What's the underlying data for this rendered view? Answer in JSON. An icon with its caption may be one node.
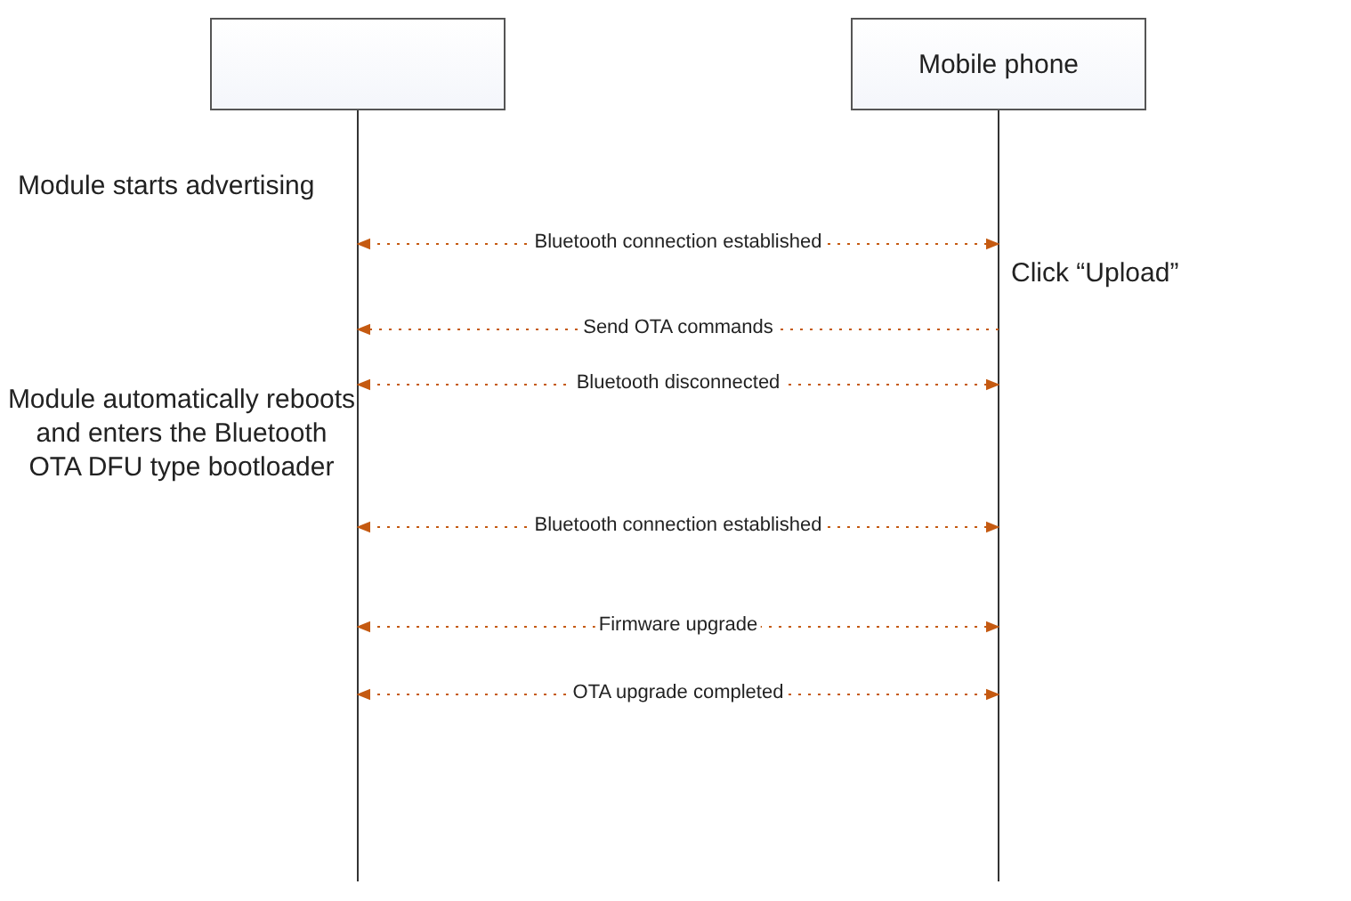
{
  "diagram": {
    "nodes": [
      {
        "text": [],
        "shape": "box"
      },
      {
        "text": [
          "Mobile phone"
        ]
      }
    ],
    "edges": [
      {
        "from": 0,
        "to": 1,
        "arrow": "both",
        "label": "Bluetooth connection established",
        "style": "dashed"
      },
      {
        "from": 1,
        "to": 0,
        "arrow": "to",
        "label": "Send OTA commands",
        "style": "dashed"
      },
      {
        "from": 0,
        "to": 1,
        "arrow": "both",
        "label": "Bluetooth disconnected",
        "style": "dashed"
      },
      {
        "from": 0,
        "to": 1,
        "arrow": "both",
        "label": "Bluetooth connection established",
        "style": "dashed"
      },
      {
        "from": 0,
        "to": 1,
        "arrow": "both",
        "label": "Firmware upgrade",
        "style": "dashed"
      },
      {
        "from": 0,
        "to": 1,
        "arrow": "both",
        "label": "OTA upgrade completed",
        "style": "dashed"
      }
    ],
    "labels": [
      "Module starts advertising",
      "Click “Upload”",
      "Module automatically reboots and enters the Bluetooth OTA DFU type bootloader"
    ]
  }
}
